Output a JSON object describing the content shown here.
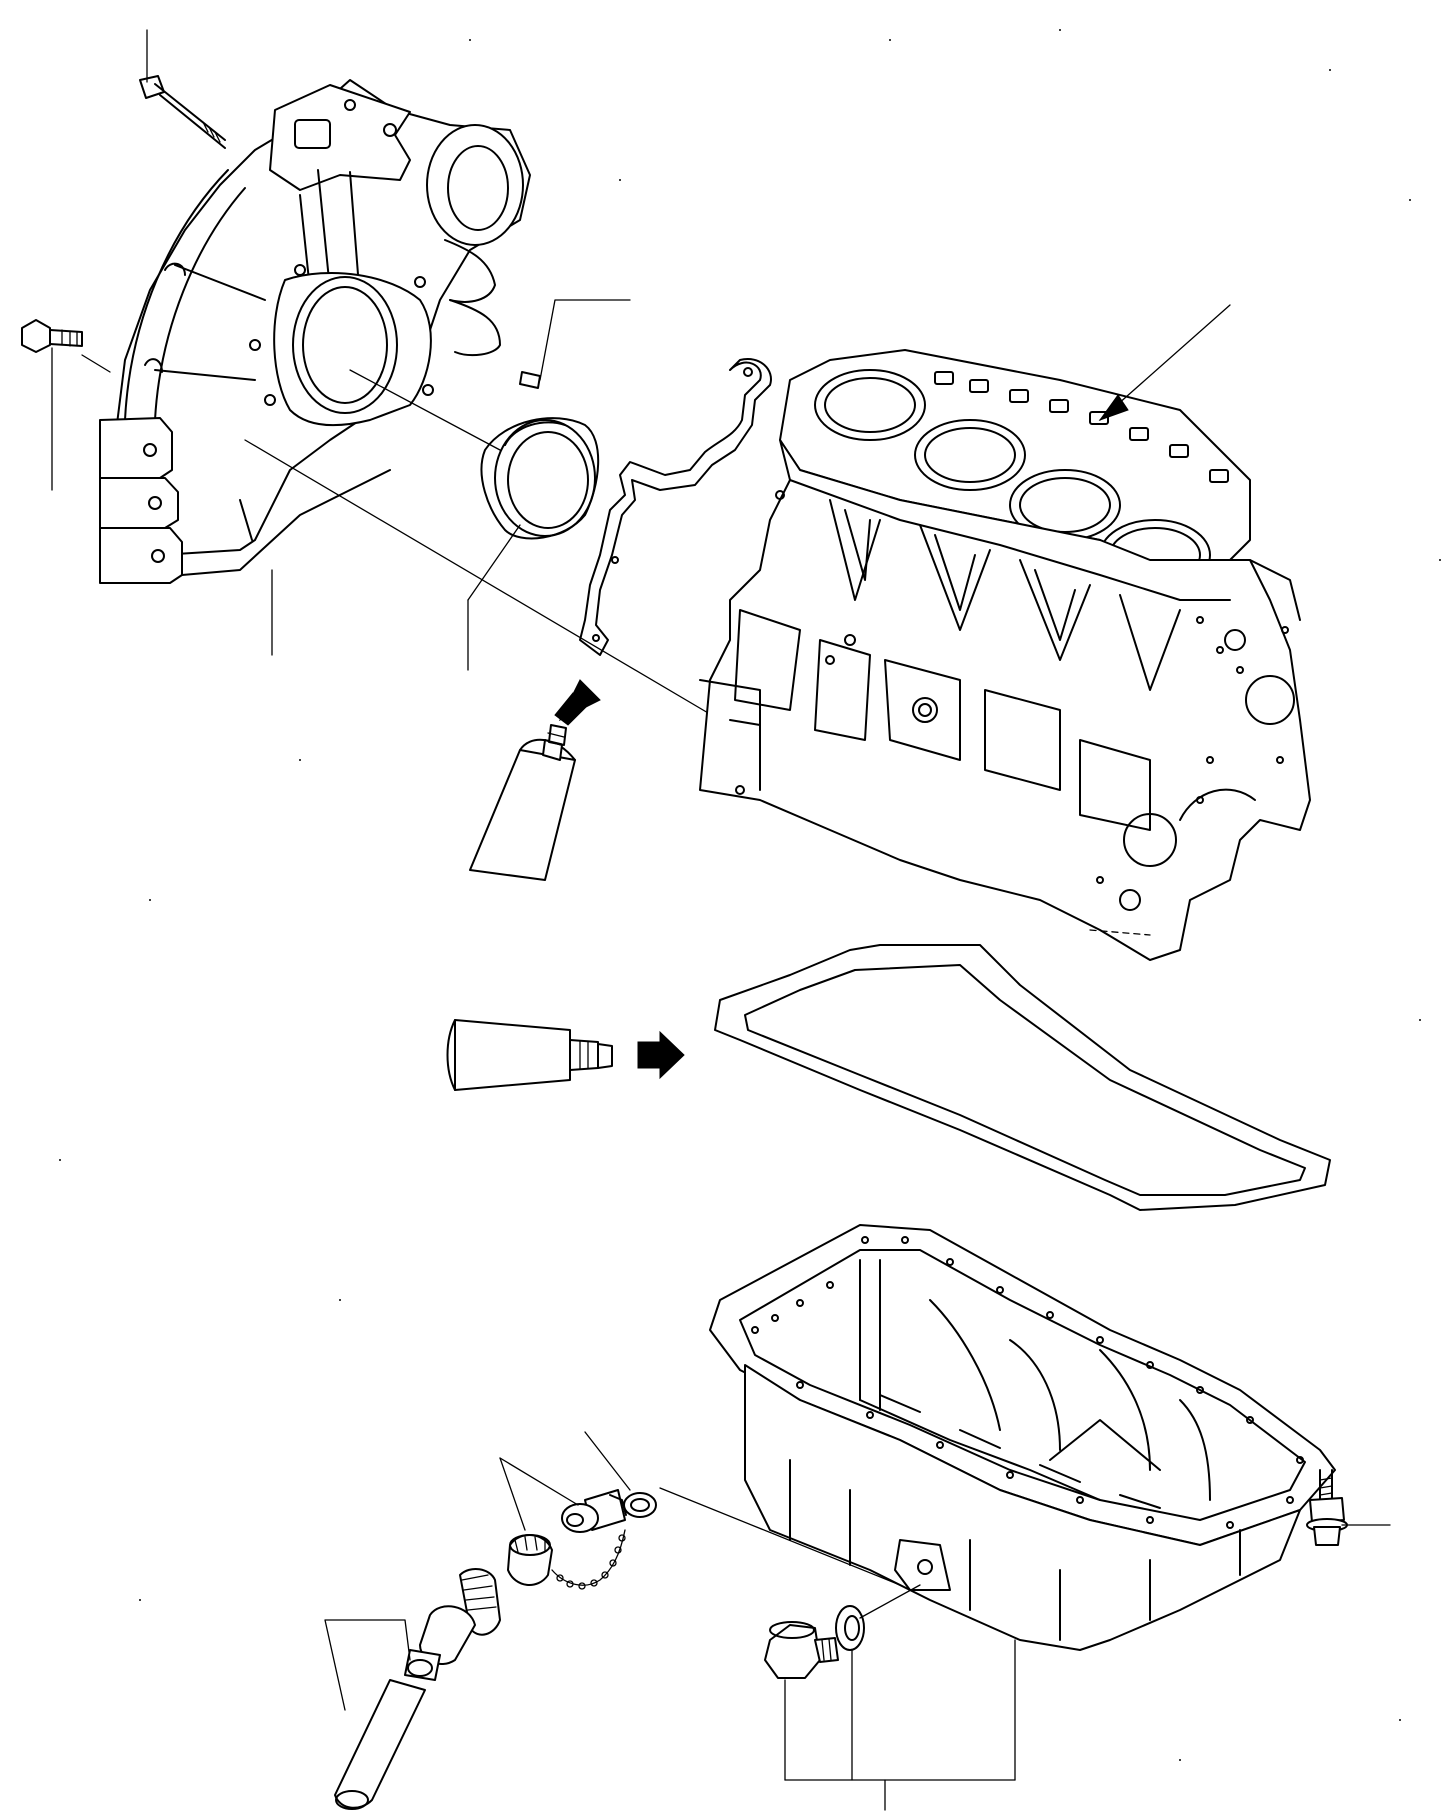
{
  "diagram": {
    "colors": {
      "line": "#000000",
      "background": "#ffffff"
    },
    "parts": [
      "flywheel-housing",
      "housing-bolt-top",
      "housing-bolt-left",
      "dowel-pin",
      "rear-oil-seal",
      "rear-plate-gasket",
      "cylinder-block",
      "sealant-tube-upper",
      "sealant-tube-lower",
      "oil-pan-gasket",
      "oil-pan",
      "drain-plug",
      "drain-washer",
      "pan-bolt",
      "drain-valve-seal",
      "drain-valve",
      "drain-cap",
      "drain-hose"
    ]
  }
}
